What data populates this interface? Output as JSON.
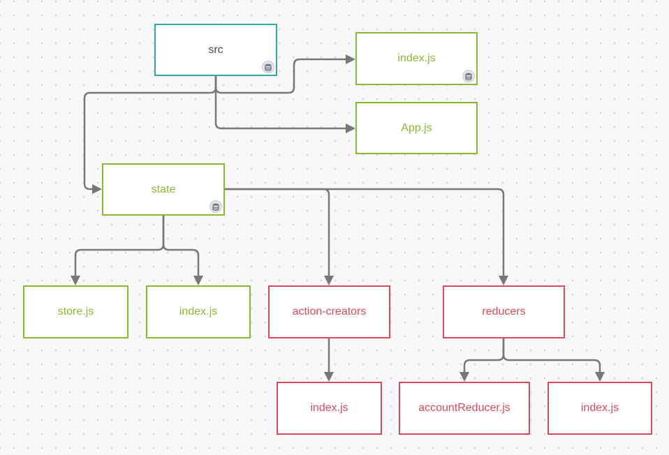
{
  "colors": {
    "root": "#2eaaa6",
    "root_text": "#4a4a4a",
    "green": "#8ab833",
    "red": "#d94a5a",
    "edge": "#777777"
  },
  "nodes": [
    {
      "id": "src",
      "label": "src",
      "style": "root",
      "badge": true
    },
    {
      "id": "index-top",
      "label": "index.js",
      "style": "green",
      "badge": true
    },
    {
      "id": "app",
      "label": "App.js",
      "style": "green",
      "badge": false
    },
    {
      "id": "state",
      "label": "state",
      "style": "green",
      "badge": true
    },
    {
      "id": "store",
      "label": "store.js",
      "style": "green",
      "badge": false
    },
    {
      "id": "state-index",
      "label": "index.js",
      "style": "green",
      "badge": false
    },
    {
      "id": "action-creators",
      "label": "action-creators",
      "style": "red",
      "badge": false
    },
    {
      "id": "reducers",
      "label": "reducers",
      "style": "red",
      "badge": false
    },
    {
      "id": "ac-index",
      "label": "index.js",
      "style": "red",
      "badge": false
    },
    {
      "id": "account-reducer",
      "label": "accountReducer.js",
      "style": "red",
      "badge": false
    },
    {
      "id": "reducers-index",
      "label": "index.js",
      "style": "red",
      "badge": false
    }
  ],
  "edges": [
    {
      "from": "src",
      "to": "index-top"
    },
    {
      "from": "src",
      "to": "app"
    },
    {
      "from": "src",
      "to": "state"
    },
    {
      "from": "state",
      "to": "store"
    },
    {
      "from": "state",
      "to": "state-index"
    },
    {
      "from": "state",
      "to": "action-creators"
    },
    {
      "from": "state",
      "to": "reducers"
    },
    {
      "from": "action-creators",
      "to": "ac-index"
    },
    {
      "from": "reducers",
      "to": "account-reducer"
    },
    {
      "from": "reducers",
      "to": "reducers-index"
    }
  ]
}
